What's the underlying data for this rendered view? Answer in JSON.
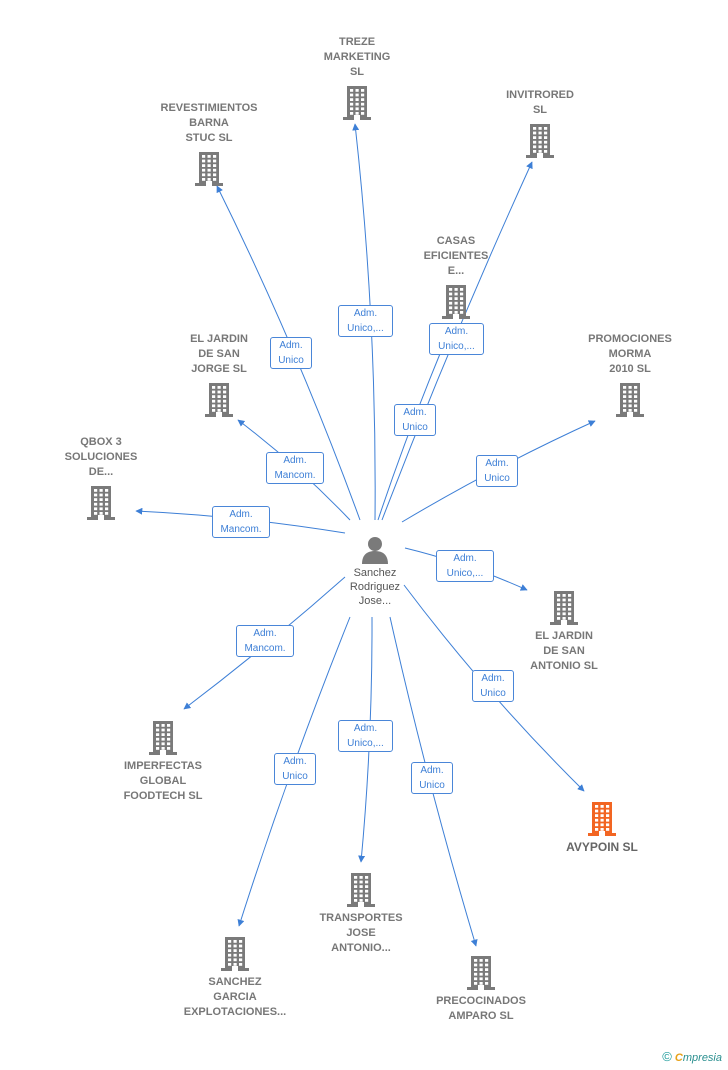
{
  "colors": {
    "edge": "#3d7fd6",
    "building": "#7a7a7a",
    "building_highlight": "#f26522",
    "person": "#7a7a7a"
  },
  "center": {
    "label": "Sanchez\nRodriguez\nJose...",
    "icon": "person-icon"
  },
  "nodes": [
    {
      "id": "treze",
      "label": "TREZE\nMARKETING\nSL",
      "icon": "building-icon",
      "highlight": false
    },
    {
      "id": "invitrored",
      "label": "INVITRORED\nSL",
      "icon": "building-icon",
      "highlight": false
    },
    {
      "id": "revestimientos",
      "label": "REVESTIMIENTOS\nBARNA\nSTUC  SL",
      "icon": "building-icon",
      "highlight": false
    },
    {
      "id": "casas",
      "label": "CASAS\nEFICIENTES\nE...",
      "icon": "building-icon",
      "highlight": false
    },
    {
      "id": "jardin_jorge",
      "label": "EL JARDIN\nDE SAN\nJORGE  SL",
      "icon": "building-icon",
      "highlight": false
    },
    {
      "id": "promociones",
      "label": "PROMOCIONES\nMORMA\n2010 SL",
      "icon": "building-icon",
      "highlight": false
    },
    {
      "id": "qbox",
      "label": "QBOX 3\nSOLUCIONES\nDE...",
      "icon": "building-icon",
      "highlight": false
    },
    {
      "id": "jardin_antonio",
      "label": "EL JARDIN\nDE SAN\nANTONIO  SL",
      "icon": "building-icon",
      "highlight": false
    },
    {
      "id": "imperfectas",
      "label": "IMPERFECTAS\nGLOBAL\nFOODTECH  SL",
      "icon": "building-icon",
      "highlight": false
    },
    {
      "id": "avypoin",
      "label": "AVYPOIN  SL",
      "icon": "building-icon",
      "highlight": true
    },
    {
      "id": "transportes",
      "label": "TRANSPORTES\nJOSE\nANTONIO...",
      "icon": "building-icon",
      "highlight": false
    },
    {
      "id": "sanchez_garcia",
      "label": "SANCHEZ\nGARCIA\nEXPLOTACIONES...",
      "icon": "building-icon",
      "highlight": false
    },
    {
      "id": "precocinados",
      "label": "PRECOCINADOS\nAMPARO SL",
      "icon": "building-icon",
      "highlight": false
    }
  ],
  "edges": [
    {
      "to": "treze",
      "label": "Adm.\nUnico,..."
    },
    {
      "to": "invitrored",
      "label": "Adm.\nUnico,..."
    },
    {
      "to": "revestimientos",
      "label": "Adm.\nUnico"
    },
    {
      "to": "casas",
      "label": "Adm.\nUnico"
    },
    {
      "to": "jardin_jorge",
      "label": "Adm.\nMancom."
    },
    {
      "to": "promociones",
      "label": "Adm.\nUnico"
    },
    {
      "to": "qbox",
      "label": "Adm.\nMancom."
    },
    {
      "to": "jardin_antonio",
      "label": "Adm.\nUnico,..."
    },
    {
      "to": "imperfectas",
      "label": "Adm.\nMancom."
    },
    {
      "to": "avypoin",
      "label": "Adm.\nUnico"
    },
    {
      "to": "transportes",
      "label": "Adm.\nUnico,..."
    },
    {
      "to": "sanchez_garcia",
      "label": "Adm.\nUnico"
    },
    {
      "to": "precocinados",
      "label": "Adm.\nUnico"
    }
  ],
  "brand": {
    "copyright": "©",
    "initial": "C",
    "name": "mpresia"
  }
}
